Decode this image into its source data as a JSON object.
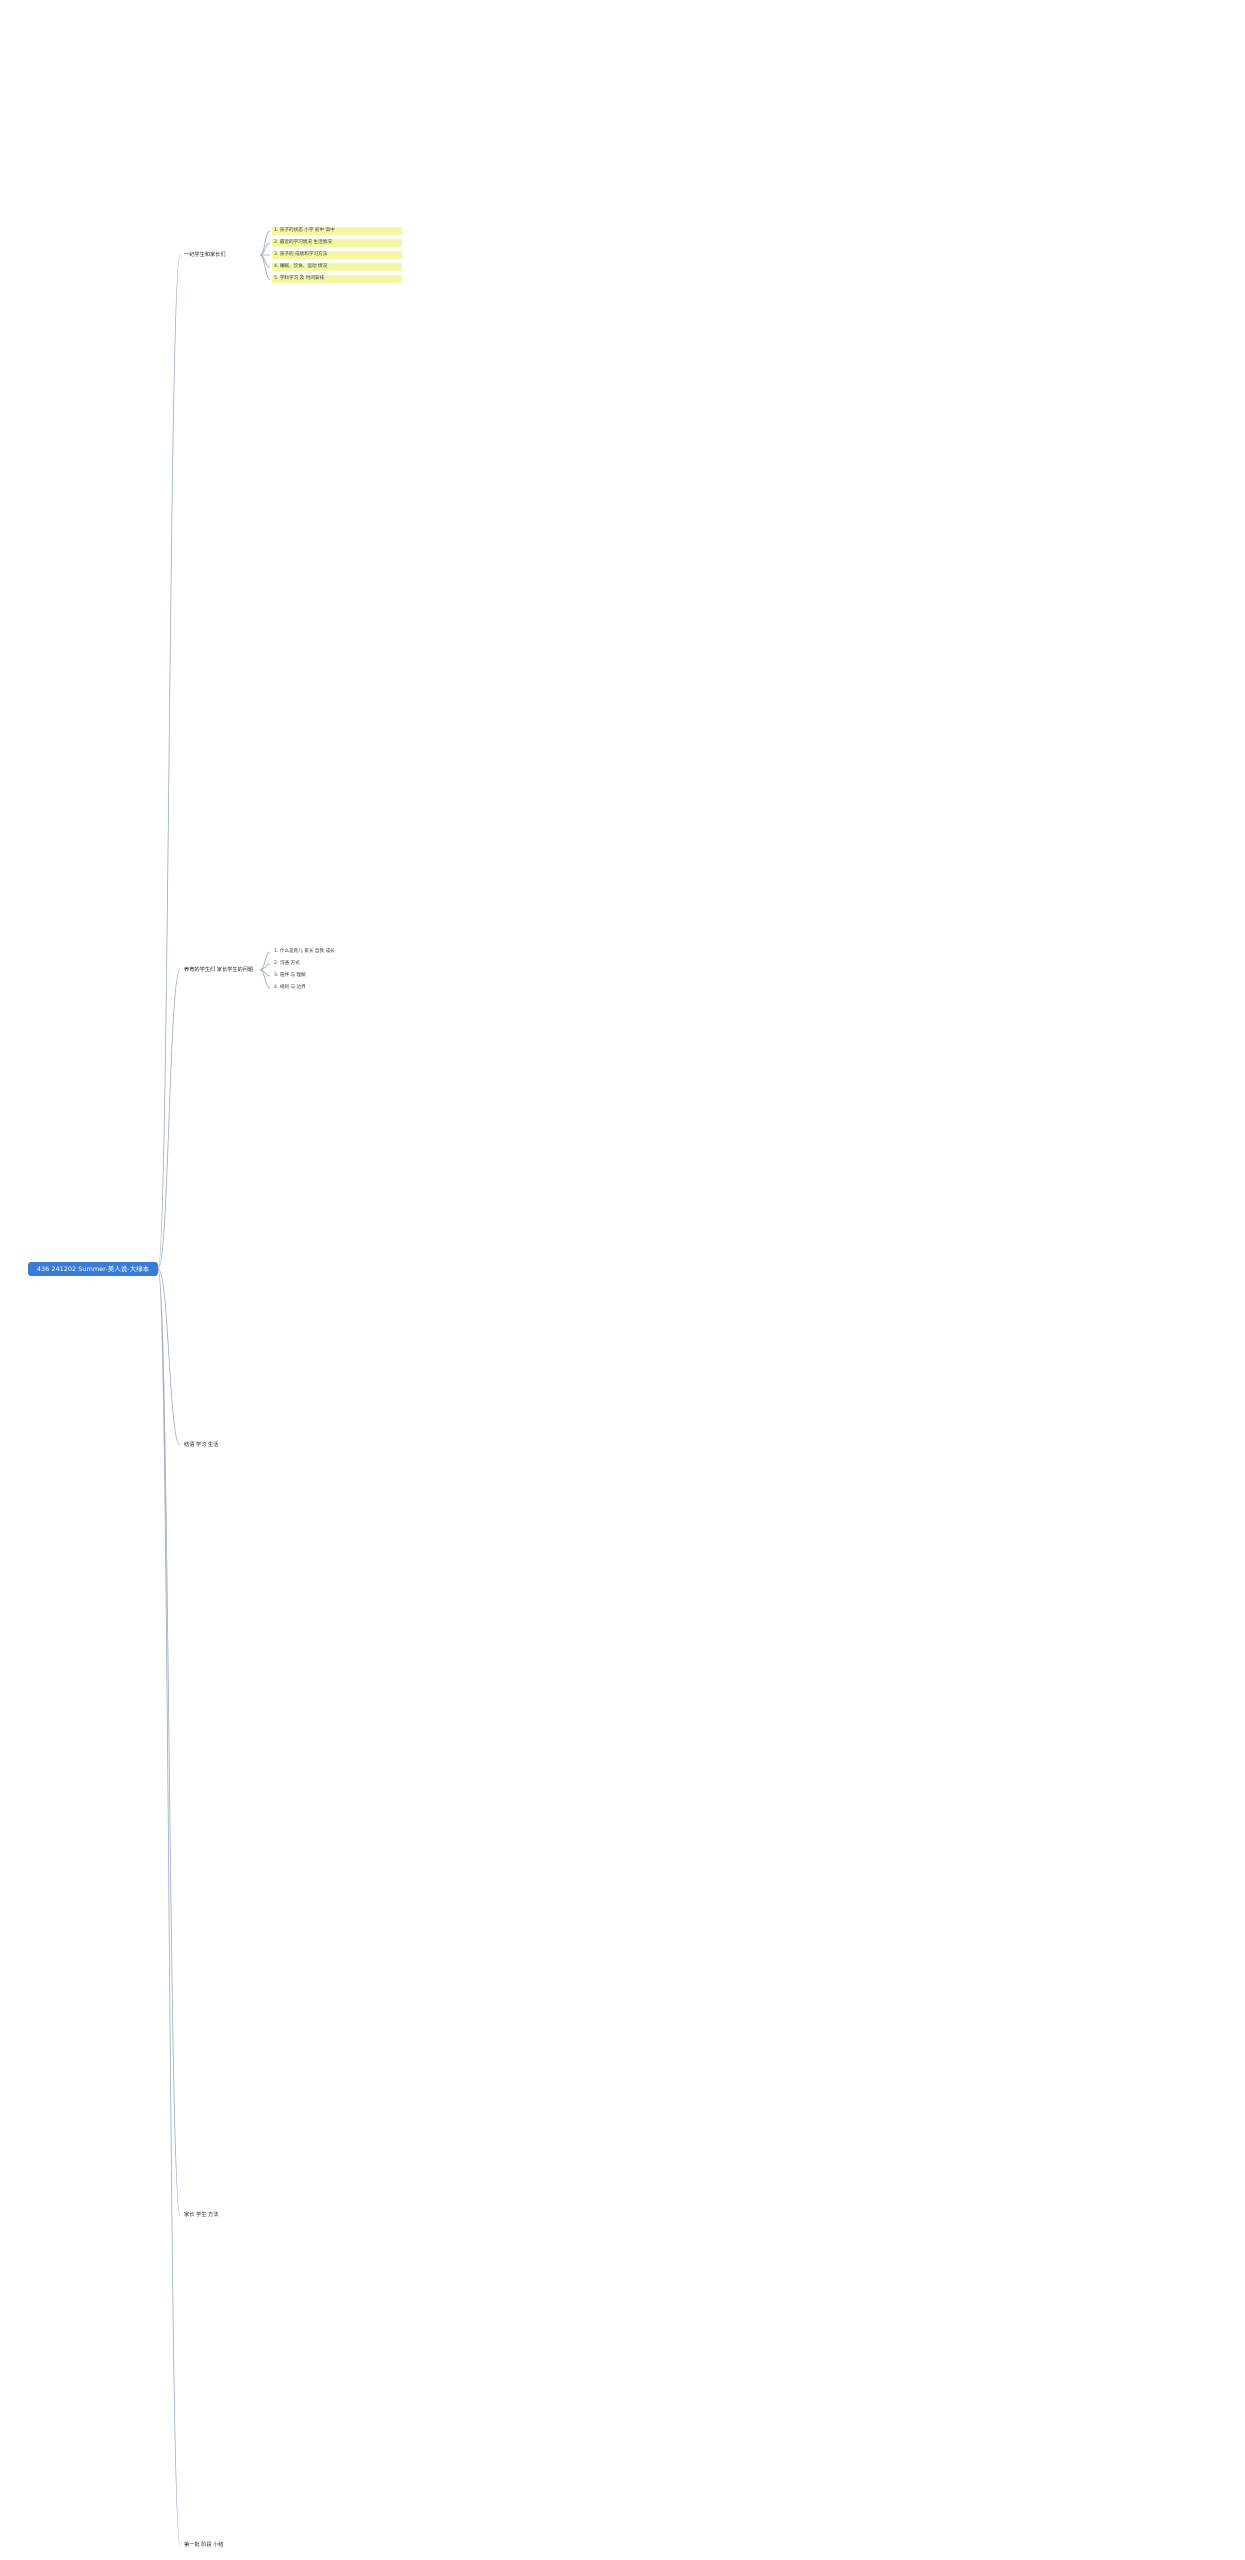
{
  "root": {
    "label": "436 241202 Summer-美人说-大绿本"
  },
  "colors": {
    "edge": "#9aa9c2",
    "root": "#3a7bd5"
  },
  "branches": [
    {
      "id": "b1",
      "label": "一纪学生和家长们",
      "sub": [
        {
          "label": "1. 孩子的状态 小学 初中 高中"
        },
        {
          "label": "2. 最近的学习情况 生活情况"
        },
        {
          "label": "3. 孩子的 成绩和学习方法"
        },
        {
          "label": "4. 睡眠、饮食、运动 情况"
        },
        {
          "label": "5. 学科学习 及 时间安排"
        }
      ]
    },
    {
      "id": "b2",
      "label": "养育的学生们 家长学生的问题",
      "sub": [
        {
          "label": "1. 什么是育儿 家长 自我 成长"
        },
        {
          "label": "2. 沟通 方式"
        },
        {
          "label": "3. 陪伴 与 理解"
        },
        {
          "label": "4. 规则 与 边界"
        }
      ]
    },
    {
      "id": "b3",
      "label": "结语 学习 生活",
      "sub": []
    },
    {
      "id": "b4",
      "label": "家长 学生 方法",
      "sub": []
    },
    {
      "id": "b5",
      "label": "第一批 阶段 小结",
      "sub": []
    }
  ]
}
